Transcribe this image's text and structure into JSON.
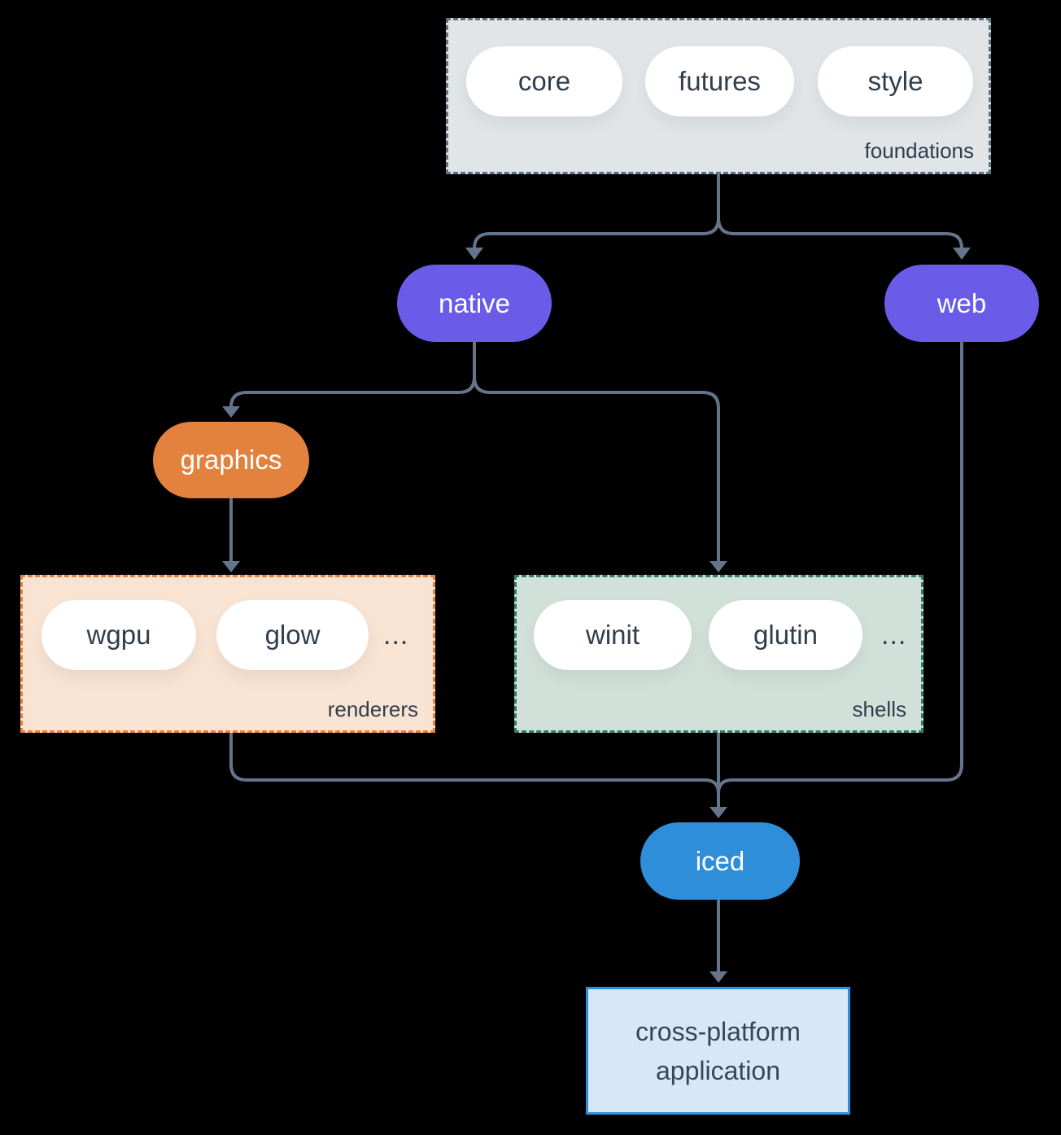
{
  "colors": {
    "background": "#000000",
    "edge": "#64748b",
    "text_dark": "#2f3e4d",
    "pill_white": "#ffffff"
  },
  "groups": {
    "foundations": {
      "label": "foundations",
      "fill": "#e1e5e8",
      "border": "#5f7181",
      "pills": [
        "core",
        "futures",
        "style"
      ]
    },
    "renderers": {
      "label": "renderers",
      "fill": "#f9e3d3",
      "border": "#e7823c",
      "pills": [
        "wgpu",
        "glow"
      ],
      "ellipsis": "..."
    },
    "shells": {
      "label": "shells",
      "fill": "#d2e0da",
      "border": "#2f7d6d",
      "pills": [
        "winit",
        "glutin"
      ],
      "ellipsis": "..."
    }
  },
  "nodes": {
    "native": {
      "label": "native",
      "fill": "#6a5be8",
      "text": "#ffffff"
    },
    "web": {
      "label": "web",
      "fill": "#6a5be8",
      "text": "#ffffff"
    },
    "graphics": {
      "label": "graphics",
      "fill": "#e2823e",
      "text": "#ffffff"
    },
    "iced": {
      "label": "iced",
      "fill": "#2e8ed9",
      "text": "#ffffff"
    },
    "application": {
      "lines": [
        "cross-platform",
        "application"
      ],
      "fill": "#d5e7f8",
      "border": "#2e8ed9",
      "text": "#36465a"
    }
  }
}
